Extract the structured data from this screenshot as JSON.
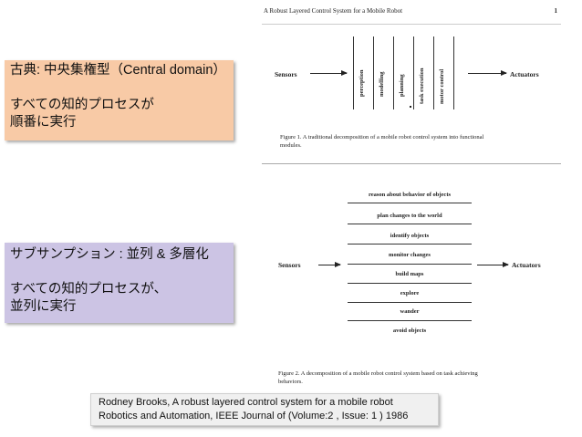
{
  "paper": {
    "header_title": "A Robust Layered Control System for a Mobile Robot",
    "page_number": "1",
    "figure1": {
      "sensors": "Sensors",
      "actuators": "Actuators",
      "modules": [
        "perception",
        "modelling",
        "planning",
        "task execution",
        "motor control"
      ],
      "caption_line1": "Figure 1.  A traditional  decomposition  of a mobile robot control system into functional",
      "caption_line2": "modules."
    },
    "figure2": {
      "sensors": "Sensors",
      "actuators": "Actuators",
      "layers": [
        "reason about behavior of objects",
        "plan changes to the world",
        "identify objects",
        "monitor changes",
        "build maps",
        "explore",
        "wander",
        "avoid objects"
      ],
      "caption_line1": "Figure 2.  A decomposition  of a mobile robot control system based on task achieving",
      "caption_line2": "behaviors."
    }
  },
  "classic_box": {
    "line1": "古典: 中央集権型（Central domain）",
    "line2": "すべての知的プロセスが",
    "line3": "順番に実行"
  },
  "subsumption_box": {
    "line1": "サブサンプション : 並列 & 多層化",
    "line2": "すべての知的プロセスが、",
    "line3": "並列に実行"
  },
  "citation": {
    "line1": "Rodney Brooks, A robust layered control system for a mobile robot",
    "line2": "Robotics and Automation, IEEE Journal of  (Volume:2 ,  Issue: 1 ) 1986"
  },
  "colors": {
    "classic_box_bg": "#f8caa6",
    "subsumption_box_bg": "#ccc4e4",
    "citation_bg": "#f0f0f0"
  }
}
